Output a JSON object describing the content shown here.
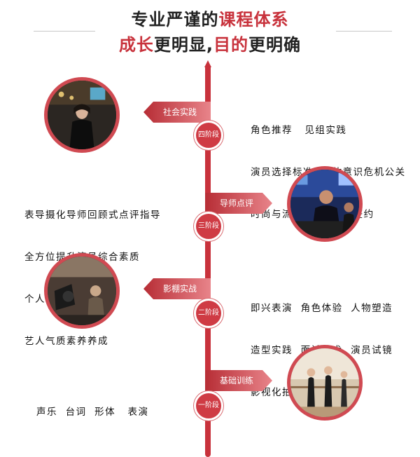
{
  "header": {
    "line1_part1": "专业严谨的",
    "line1_part2": "课程体系",
    "line2_part1": "成长",
    "line2_part2": "更明显,",
    "line2_part3": "目的",
    "line2_part4": "更明确"
  },
  "stages": [
    {
      "banner": "社会实践",
      "badge": "四阶段",
      "lines": [
        "角色推荐   见组实践",
        "演员选择标准  媒体意识危机公关",
        "时尚与流行文化  经纪签约"
      ]
    },
    {
      "banner": "导师点评",
      "badge": "三阶段",
      "lines": [
        "表导摄化导师回顾式点评指导",
        "全方位提升演员综合素质",
        "个人角色定位规划",
        "艺人气质素养养成"
      ]
    },
    {
      "banner": "影棚实战",
      "badge": "二阶段",
      "lines": [
        "即兴表演  角色体验  人物塑造",
        "造型实践  面试技术  演员试镜",
        "影视化拍摄"
      ]
    },
    {
      "banner": "基础训练",
      "badge": "一阶段",
      "lines": [
        "声乐  台词  形体   表演"
      ]
    }
  ],
  "colors": {
    "accent": "#c8323c",
    "banner_light": "#e8848a"
  }
}
